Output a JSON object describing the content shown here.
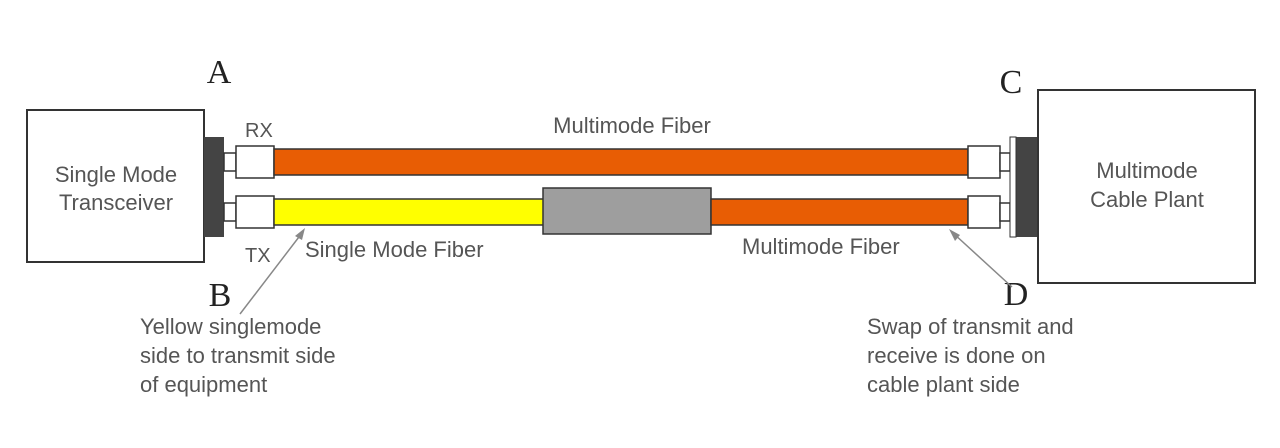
{
  "markers": {
    "a": "A",
    "b": "B",
    "c": "C",
    "d": "D"
  },
  "transceiver": {
    "line1": "Single Mode",
    "line2": "Transceiver"
  },
  "cable_plant": {
    "line1": "Multimode",
    "line2": "Cable Plant"
  },
  "ports": {
    "rx": "RX",
    "tx": "TX"
  },
  "fibers": {
    "top_label": "Multimode Fiber",
    "bottom_left_label": "Single Mode Fiber",
    "bottom_right_label": "Multimode Fiber"
  },
  "notes": {
    "left": [
      "Yellow singlemode",
      "side to transmit side",
      "of equipment"
    ],
    "right": [
      "Swap of transmit and",
      "receive is done on",
      "cable plant side"
    ]
  },
  "colors": {
    "multimode": "#e85d04",
    "singlemode": "#ffff00",
    "mode_conditioner": "#9e9e9e",
    "panel": "#444444"
  }
}
